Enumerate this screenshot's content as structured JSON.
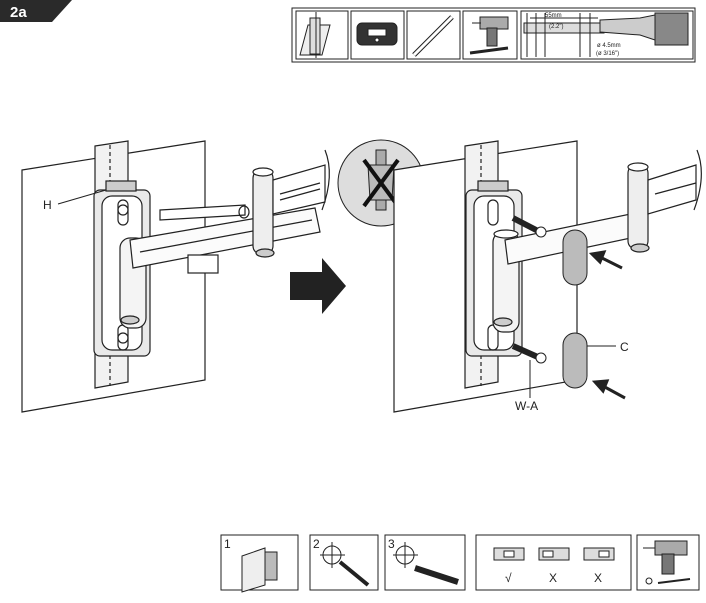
{
  "step": {
    "label": "2a"
  },
  "tools": {
    "measure_distance": "55mm",
    "measure_distance_in": "(2.2\")",
    "drill_diameter": "ø 4.5mm",
    "drill_diameter_in": "(ø 3/16\")"
  },
  "labels": {
    "h": "H",
    "c": "C",
    "wa": "W-A"
  },
  "steps_strip": {
    "s1": "1",
    "s2": "2",
    "s3": "3",
    "check": "√",
    "x1": "X",
    "x2": "X"
  }
}
